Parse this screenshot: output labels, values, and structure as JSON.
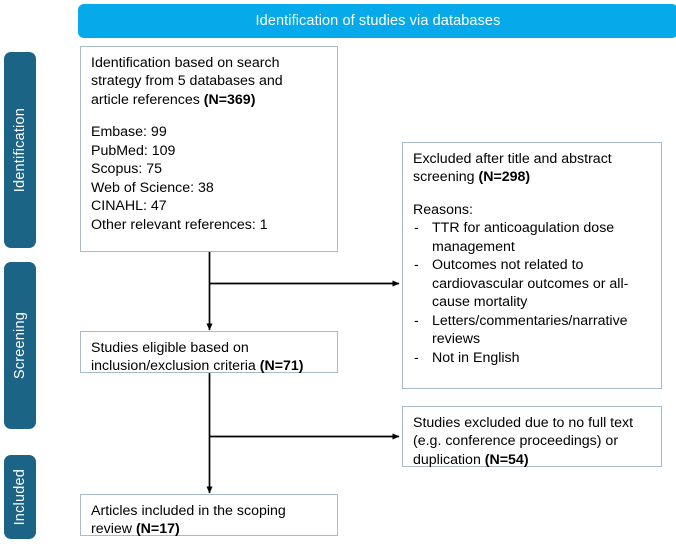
{
  "banner": {
    "title": "Identification of studies via databases",
    "color": "#06AAEA"
  },
  "stages": {
    "color": "#1B6485",
    "items": [
      {
        "label": "Identification"
      },
      {
        "label": "Screening"
      },
      {
        "label": "Included"
      }
    ]
  },
  "boxes": {
    "identification": {
      "line1": "Identification based on search",
      "line2": "strategy from 5 databases and",
      "line3_text": "article references ",
      "line3_count": "(N=369)",
      "sources": [
        "Embase: 99",
        "PubMed: 109",
        "Scopus: 75",
        "Web of Science: 38",
        "CINAHL: 47",
        "Other relevant references: 1"
      ]
    },
    "excluded_screening": {
      "line1": "Excluded after title and abstract",
      "line2_text": "screening ",
      "line2_count": "(N=298)",
      "reasons_heading": "Reasons:",
      "reasons": [
        "TTR for anticoagulation dose management",
        "Outcomes not related to cardiovascular outcomes or all-cause mortality",
        "Letters/commentaries/narrative reviews",
        "Not in English"
      ],
      "bullet": "-"
    },
    "eligible": {
      "line1": "Studies eligible based on",
      "line2_text": "inclusion/exclusion criteria ",
      "line2_count": "(N=71)"
    },
    "excluded_fulltext": {
      "line1": "Studies excluded due to no full text",
      "line2": "(e.g. conference proceedings) or",
      "line3_text": "duplication ",
      "line3_count": "(N=54)"
    },
    "included": {
      "line1": "Articles included in the scoping",
      "line2_text": "review ",
      "line2_count": "(N=17)"
    }
  },
  "connectors": {
    "color": "#000000",
    "border_color": "#A9BBC8"
  }
}
